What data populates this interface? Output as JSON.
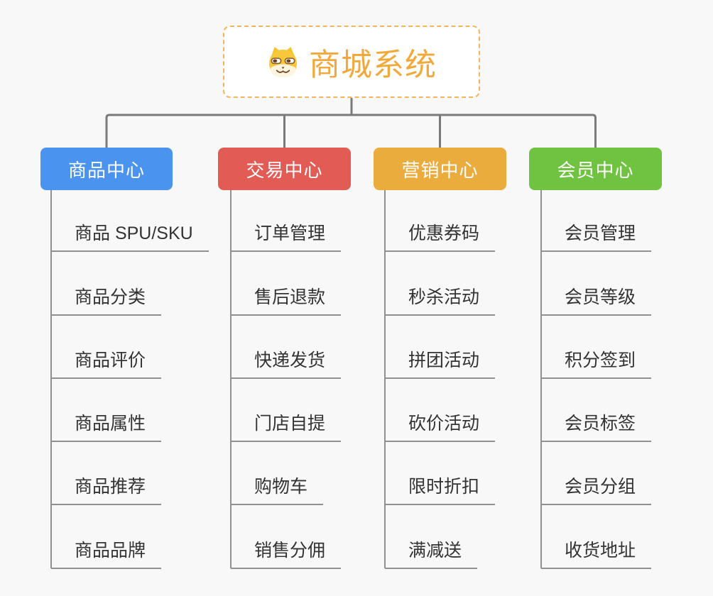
{
  "canvas": {
    "background_color": "#f8f8f8",
    "connector_color": "#7a7a7a",
    "underline_color": "#909090"
  },
  "root": {
    "label": "商城系统",
    "icon": "doge-face-icon",
    "text_color": "#f2a93c",
    "border_color": "#f3b45f"
  },
  "branches": [
    {
      "label": "商品中心",
      "color": "#4a93ee",
      "children": [
        "商品 SPU/SKU",
        "商品分类",
        "商品评价",
        "商品属性",
        "商品推荐",
        "商品品牌"
      ]
    },
    {
      "label": "交易中心",
      "color": "#e25b55",
      "children": [
        "订单管理",
        "售后退款",
        "快递发货",
        "门店自提",
        "购物车",
        "销售分佣"
      ]
    },
    {
      "label": "营销中心",
      "color": "#ebac3e",
      "children": [
        "优惠券码",
        "秒杀活动",
        "拼团活动",
        "砍价活动",
        "限时折扣",
        "满减送"
      ]
    },
    {
      "label": "会员中心",
      "color": "#6fc340",
      "children": [
        "会员管理",
        "会员等级",
        "积分签到",
        "会员标签",
        "会员分组",
        "收货地址"
      ]
    }
  ]
}
